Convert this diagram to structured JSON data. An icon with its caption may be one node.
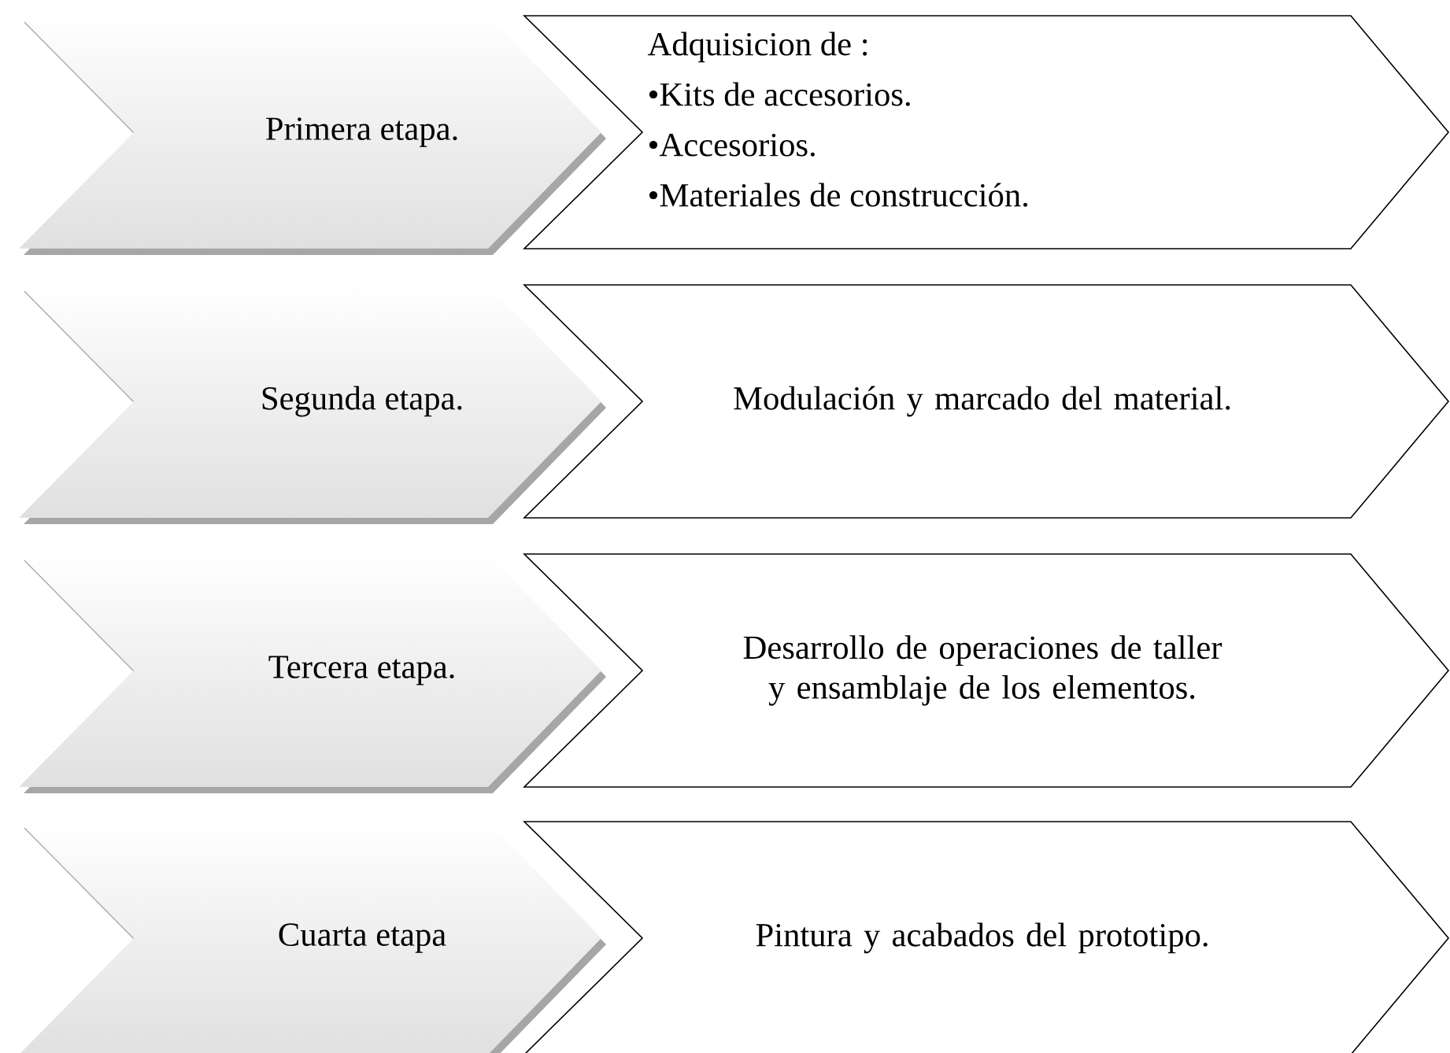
{
  "diagram": {
    "nodes": [
      {
        "text": [
          "Primera etapa."
        ]
      },
      {
        "text": [
          "Adquisicion de :",
          "•Kits de accesorios.",
          "•Accesorios.",
          "•Materiales de construcción."
        ]
      },
      {
        "text": [
          "Segunda etapa."
        ]
      },
      {
        "text": [
          "Modulación y marcado del material."
        ]
      },
      {
        "text": [
          "Tercera etapa."
        ]
      },
      {
        "text": [
          "Desarrollo de operaciones de taller y ensamblaje de los elementos."
        ]
      },
      {
        "text": [
          "Cuarta etapa"
        ]
      },
      {
        "text": [
          "Pintura y acabados del prototipo."
        ]
      }
    ]
  }
}
